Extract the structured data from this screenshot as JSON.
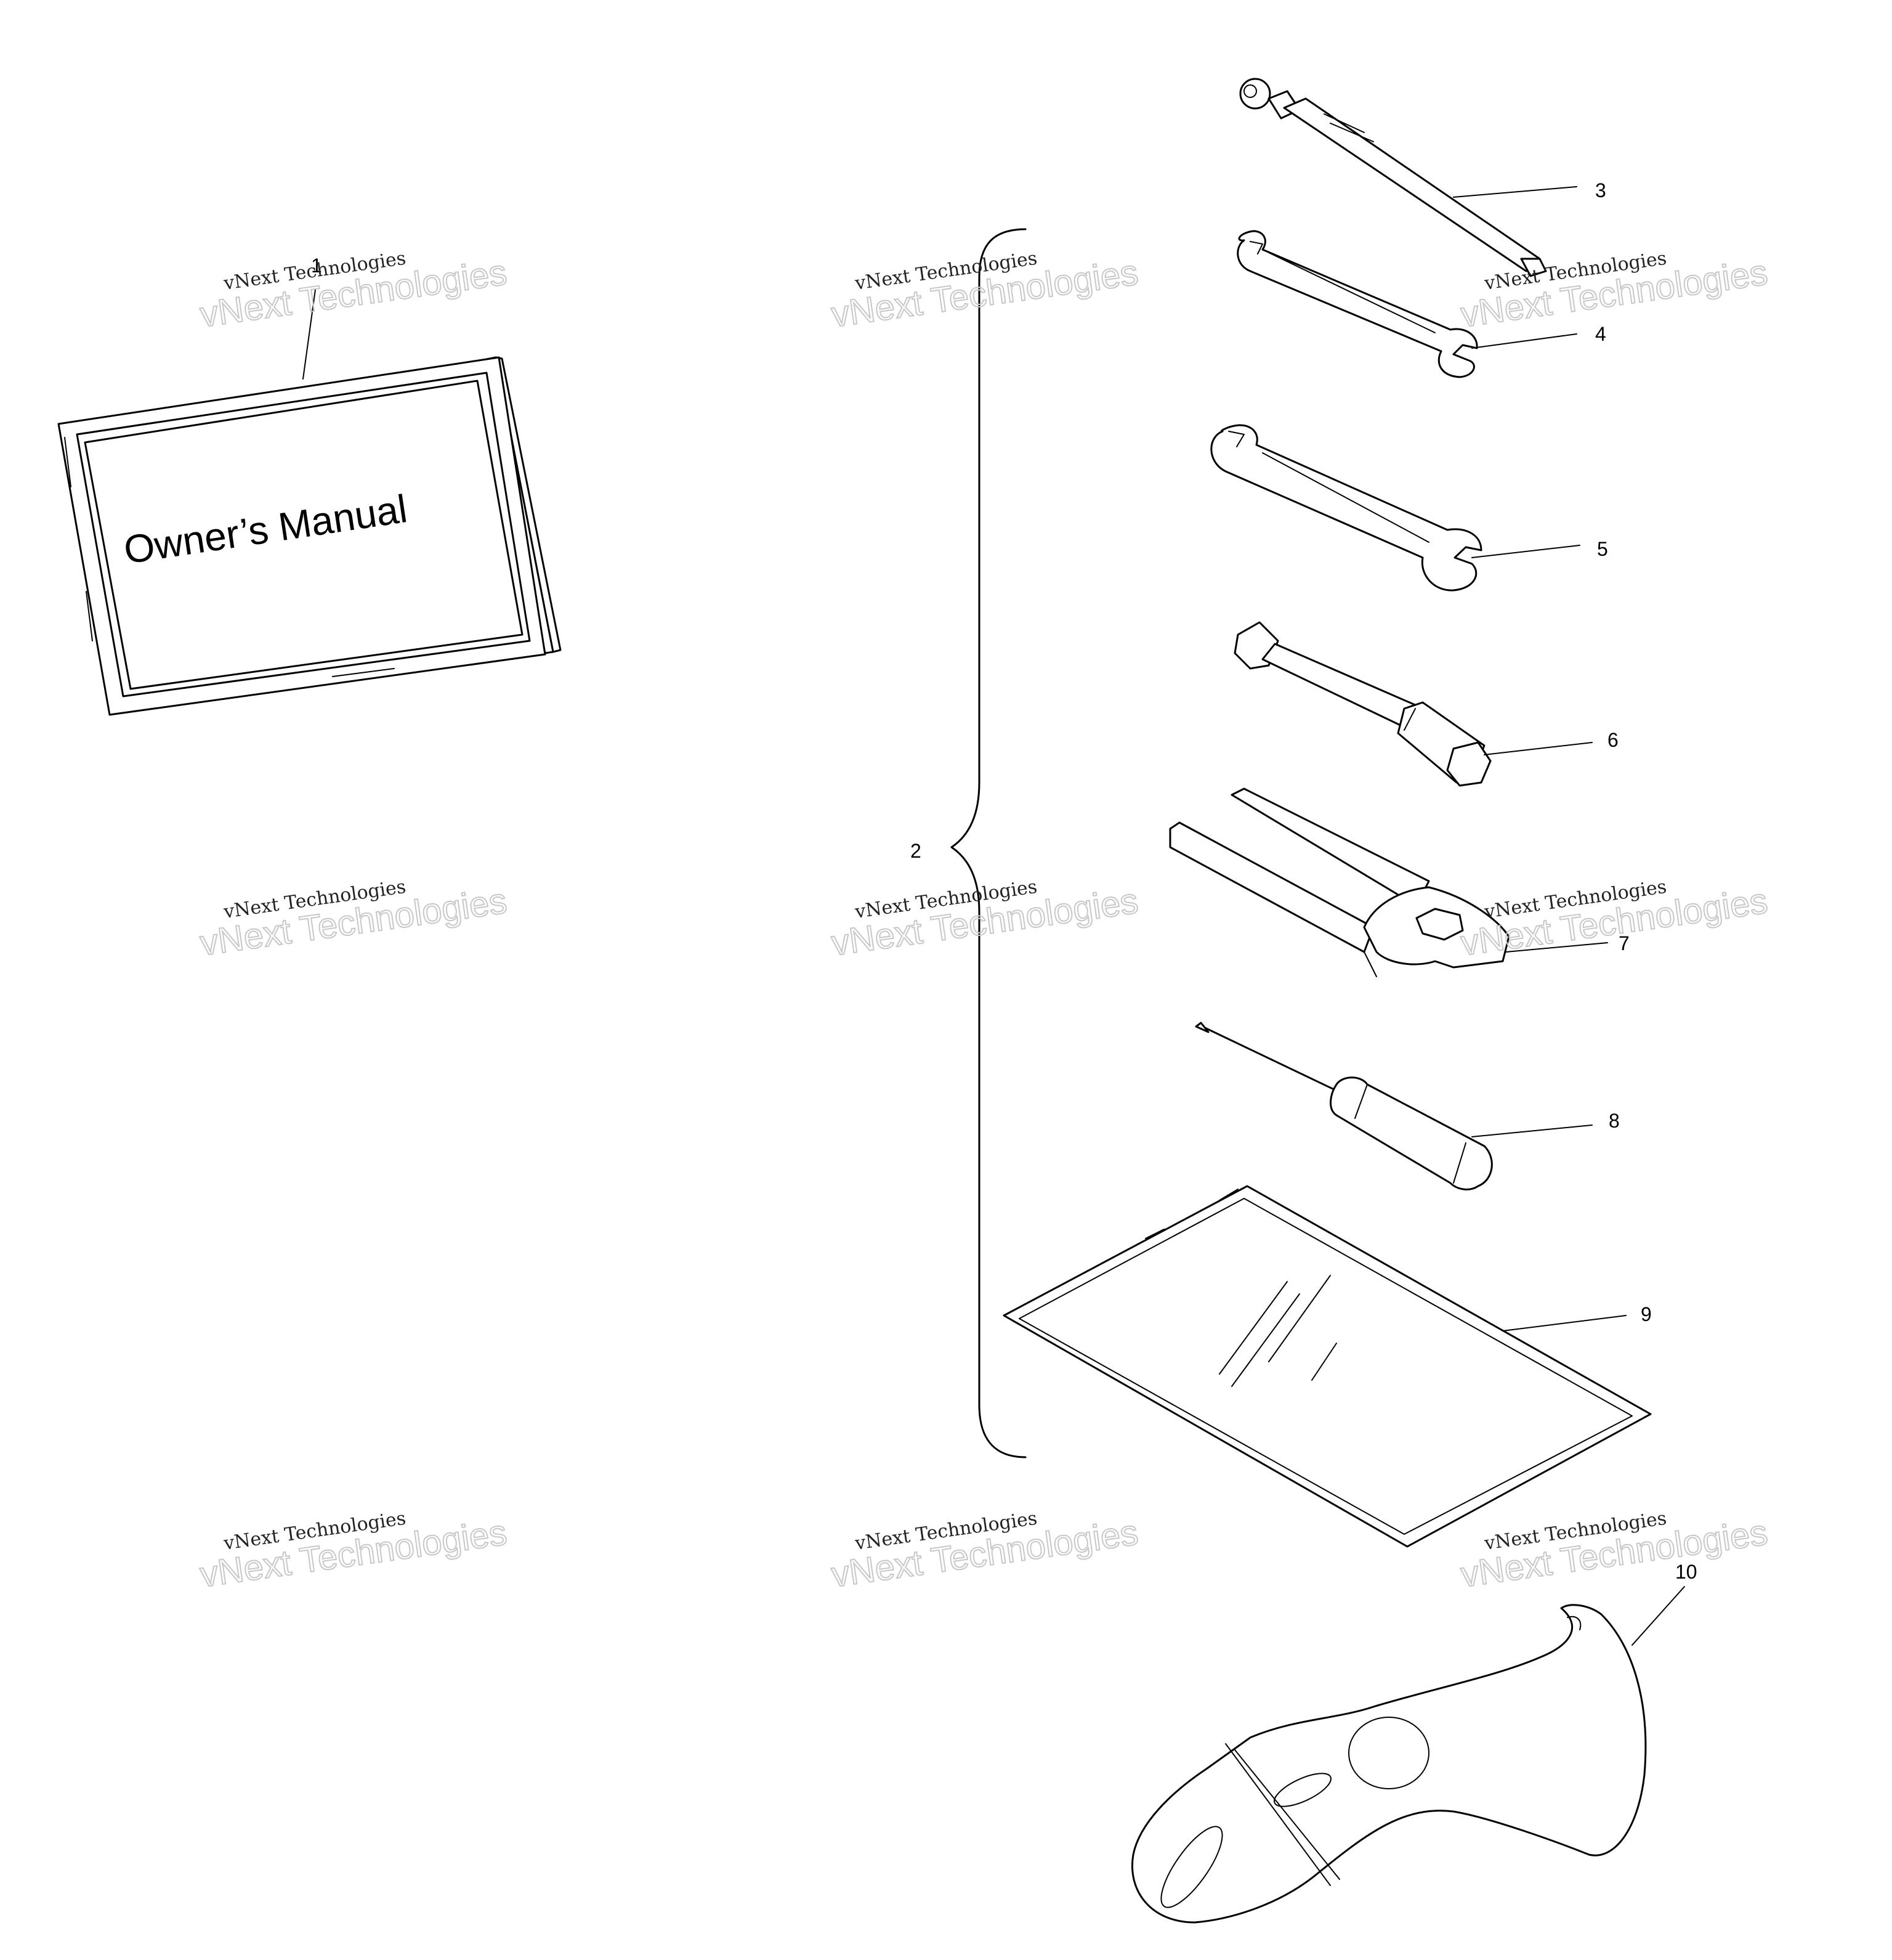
{
  "manual": {
    "cover_title": "Owner’s Manual"
  },
  "callouts": [
    "1",
    "2",
    "3",
    "4",
    "5",
    "6",
    "7",
    "8",
    "9",
    "10"
  ],
  "watermark": {
    "line1": "vNext Technologies",
    "line2": "vNext Technologies"
  },
  "colors": {
    "ink": "#000000",
    "paper": "#ffffff",
    "watermark_outline": "#c8c8c8"
  }
}
